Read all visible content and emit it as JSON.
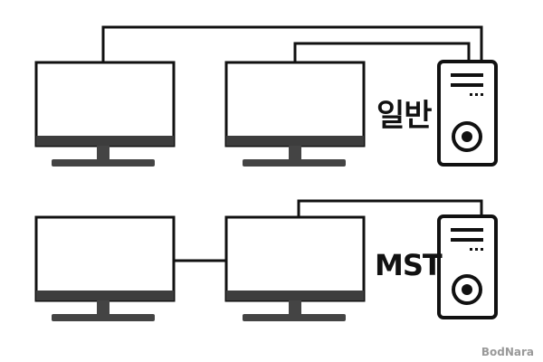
{
  "labels": {
    "normal": "일반",
    "mst": "MST"
  },
  "watermark": "BodNara",
  "colors": {
    "stroke": "#111111",
    "screen_fill": "#ffffff",
    "bezel": "#3d3d3d",
    "stand": "#444444",
    "background": "#ffffff"
  },
  "icons": [
    "monitor-icon",
    "desktop-tower-icon",
    "cable-line"
  ]
}
